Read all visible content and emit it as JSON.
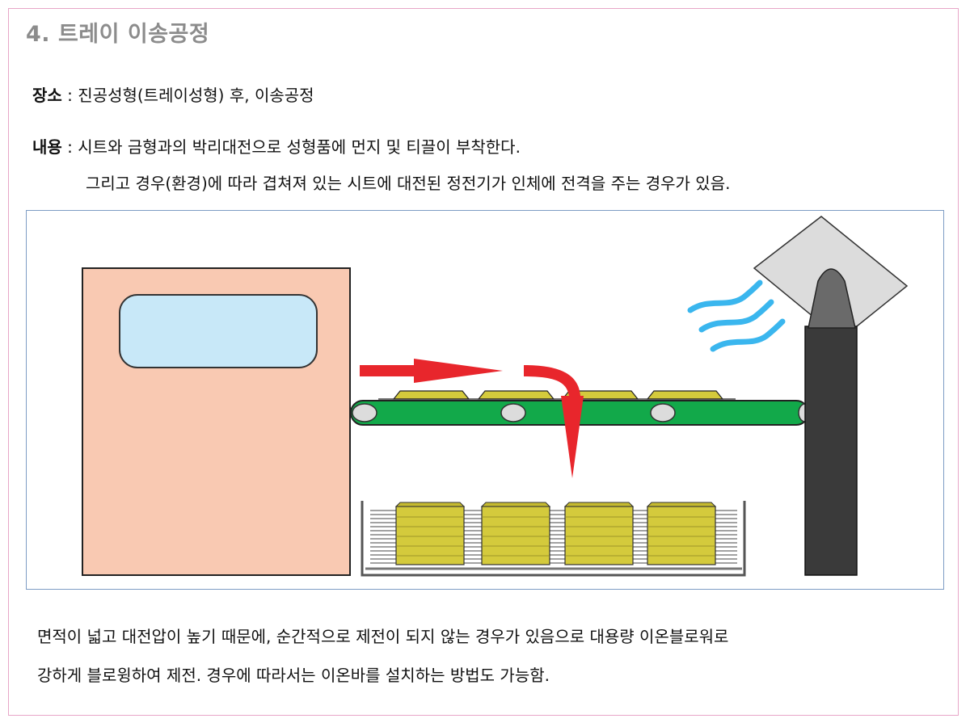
{
  "title": "4. 트레이 이송공정",
  "place": {
    "label": "장소",
    "sep": " : ",
    "text": "진공성형(트레이성형) 후, 이송공정"
  },
  "content": {
    "label": "내용",
    "sep": " : ",
    "line1": "시트와 금형과의 박리대전으로 성형품에 먼지 및 티끌이 부착한다.",
    "line2": "그리고 경우(환경)에 따라 겹쳐져 있는 시트에 대전된 정전기가 인체에 전격을 주는 경우가 있음."
  },
  "footer": {
    "line1": "면적이 넓고 대전압이 높기 때문에, 순간적으로 제전이 되지 않는 경우가 있음으로 대용량 이온블로워로",
    "line2": "강하게 블로윙하여 제전. 경우에 따라서는 이온바를 설치하는 방법도 가능함."
  },
  "colors": {
    "frame": "#e8a6c8",
    "title": "#8c8c8c",
    "diagram_border": "#7d9cc4",
    "machine_body": "#f9c9b2",
    "machine_window": "#c8e8f8",
    "conveyor": "#12a94a",
    "arrow": "#e8262c",
    "tray": "#d4ca3c",
    "blower_post": "#3a3a3a",
    "blower_head": "#6a6a6a",
    "air_wave": "#3ab6ee",
    "sheet": "#dcdcdc"
  }
}
